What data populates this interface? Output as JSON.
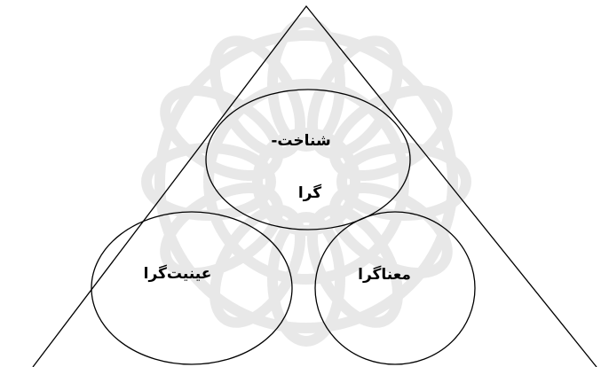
{
  "diagram": {
    "nodes": {
      "top": {
        "line1": "شناخت-",
        "line2": "گرا"
      },
      "left": {
        "label": "عینیت‌گرا"
      },
      "right": {
        "label": "معناگرا"
      }
    }
  },
  "colors": {
    "stroke": "#000000",
    "watermark": "#e6e6e6",
    "background": "#ffffff"
  }
}
